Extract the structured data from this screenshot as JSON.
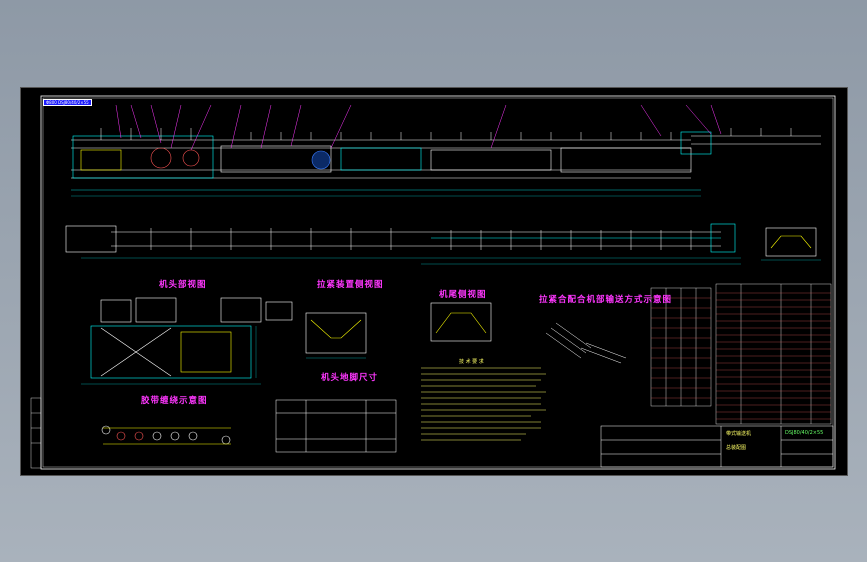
{
  "drawing": {
    "view_headers": [
      {
        "key": "head",
        "label": "机头部视图"
      },
      {
        "key": "tensioner",
        "label": "拉紧装置侧视图"
      },
      {
        "key": "tail",
        "label": "机尾侧视图"
      },
      {
        "key": "bracket",
        "label": "拉紧合配合机部输送方式示意图"
      },
      {
        "key": "belt",
        "label": "胶带缠绕示意图"
      },
      {
        "key": "foundation",
        "label": "机头地脚尺寸"
      }
    ],
    "notes_title": "技 术 要 求",
    "title_block": {
      "name_line1": "带式输送机",
      "name_line2": "总装配图",
      "code": "DSJ80/40/2×55"
    },
    "tag_top_left": "Φ800 DSJ80/40/2×55",
    "colors": {
      "background": "#000000",
      "line": "#ffffff",
      "accent_magenta": "#ff37ff",
      "accent_cyan": "#00ffff",
      "accent_yellow": "#ffff00",
      "accent_green": "#66ff66"
    }
  }
}
